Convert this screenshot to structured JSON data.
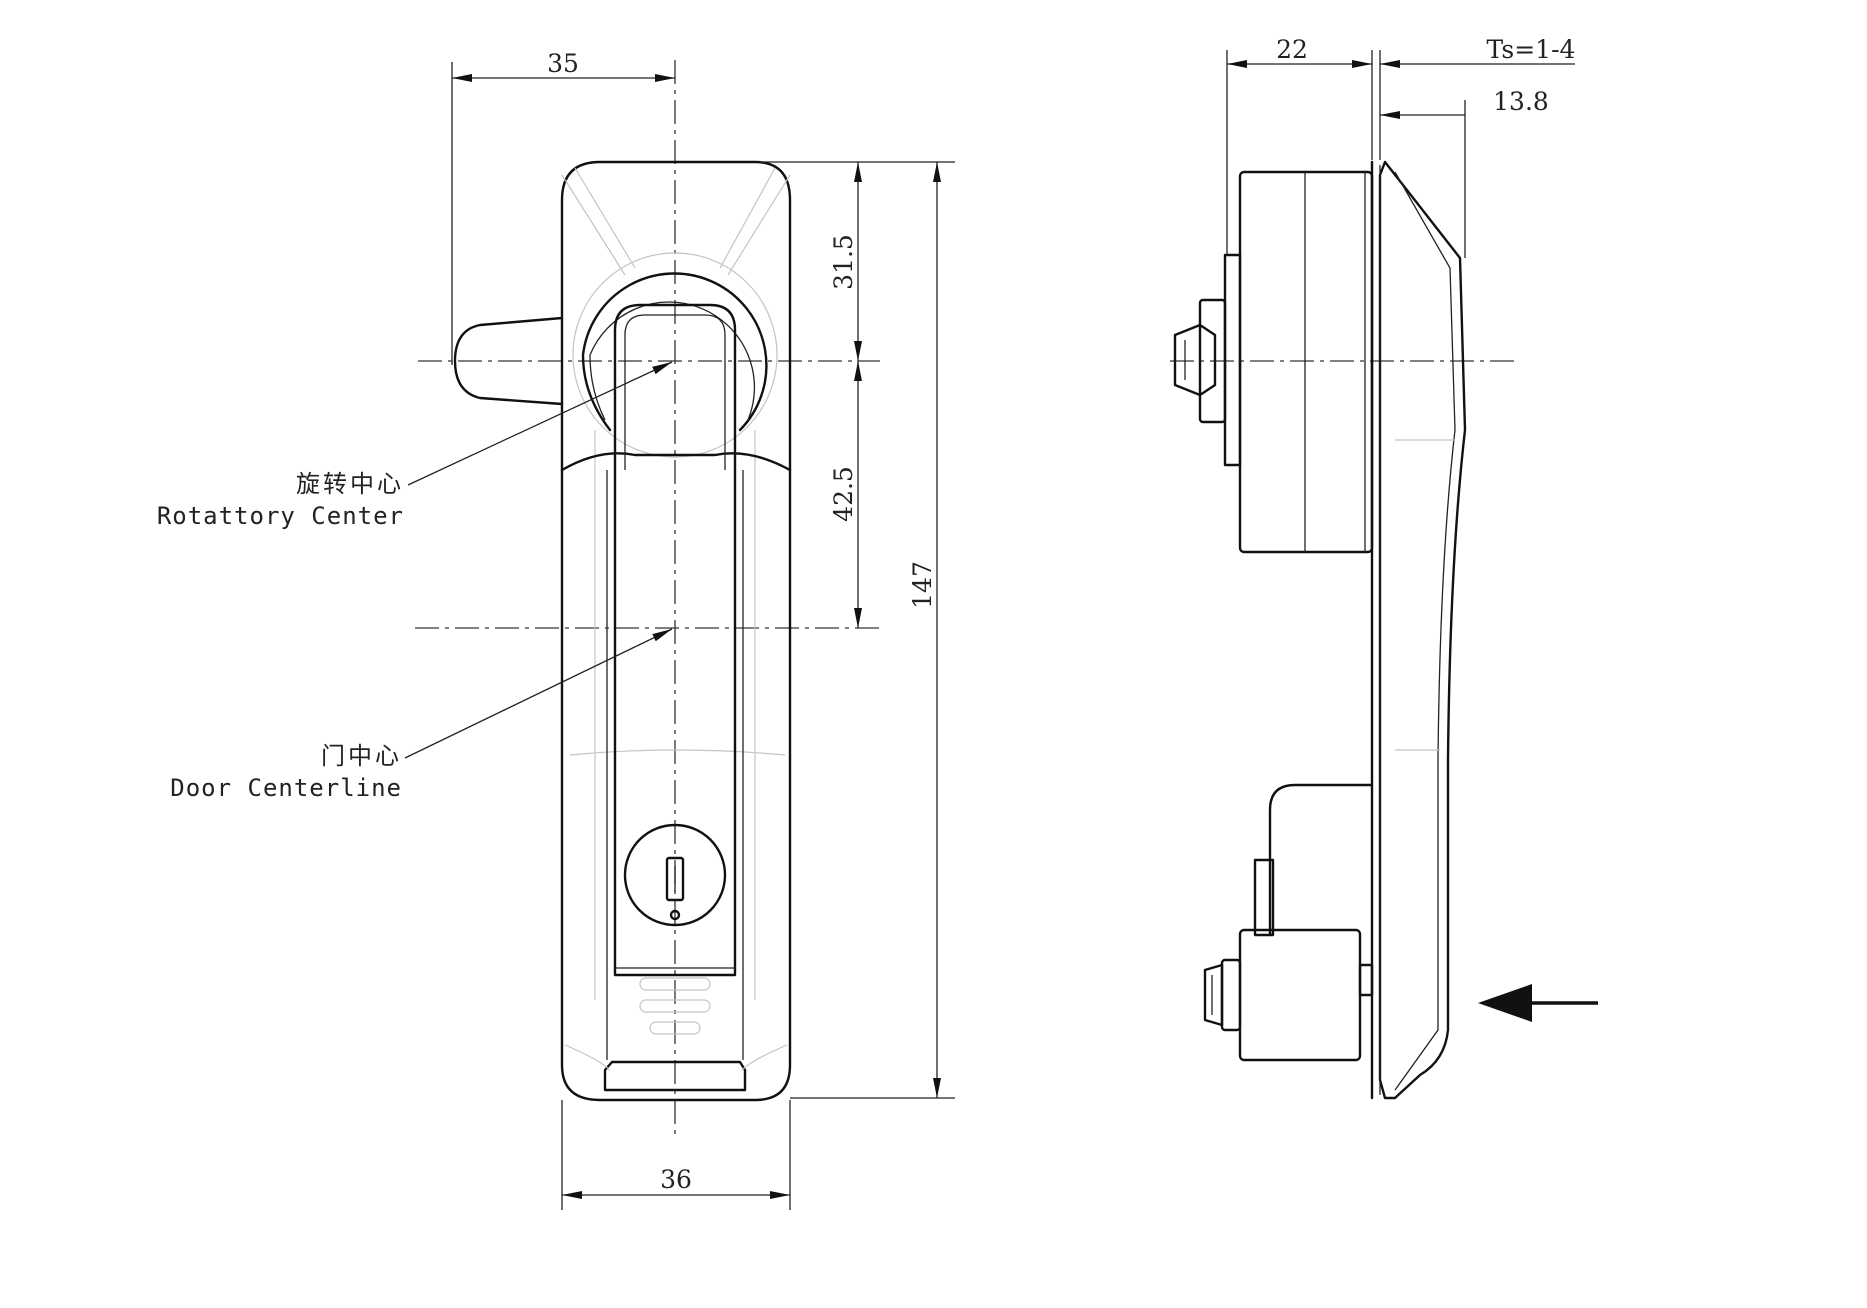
{
  "dimensions": {
    "front_offset": "35",
    "top_to_center": "31.5",
    "center_to_door": "42.5",
    "total_height": "147",
    "bottom_width": "36",
    "side_depth": "22",
    "panel_thickness": "Ts=1-4",
    "handle_depth": "13.8"
  },
  "callouts": {
    "rotation_center_cn": "旋转中心",
    "rotation_center_en": "Rotattory Center",
    "door_center_cn": "门中心",
    "door_center_en": "Door Centerline"
  },
  "colors": {
    "line": "#111111",
    "faint": "#c4c4c4",
    "background": "#ffffff"
  }
}
